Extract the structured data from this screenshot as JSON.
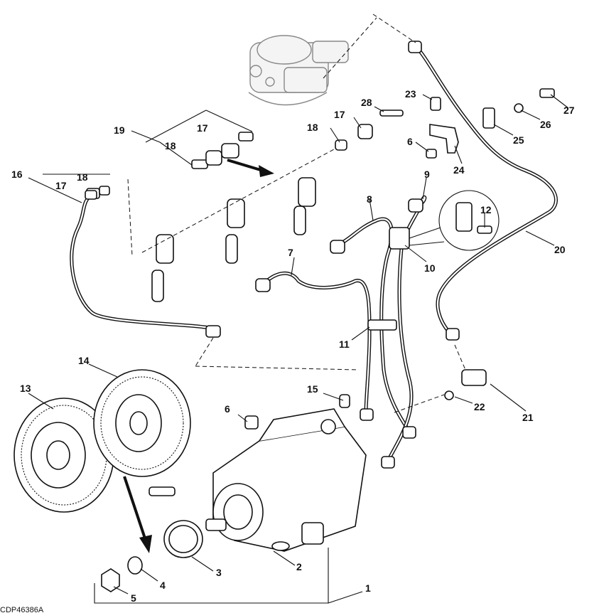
{
  "figure_id": "CDP46386A",
  "callouts": [
    "1",
    "2",
    "3",
    "4",
    "5",
    "6",
    "7",
    "8",
    "9",
    "10",
    "11",
    "12",
    "13",
    "14",
    "15",
    "16",
    "17",
    "18",
    "19",
    "20",
    "21",
    "22",
    "23",
    "24",
    "25",
    "26",
    "27",
    "28"
  ],
  "icons": [
    "fuel-injection-pump",
    "drive-gear",
    "idler-gear",
    "injection-line",
    "nozzle",
    "clamp",
    "bracket",
    "cap-screw",
    "nut",
    "washer",
    "gasket",
    "arrow"
  ]
}
